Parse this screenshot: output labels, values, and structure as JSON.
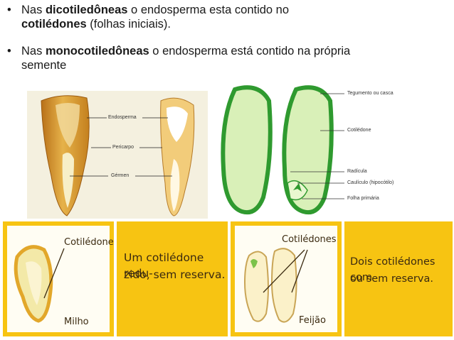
{
  "bullets": [
    {
      "prefix": "Nas ",
      "bold": "dicotiledôneas",
      "line1_rest": " o endosperma esta contido no",
      "line2_bold": "cotilédones",
      "line2_rest": " (folhas iniciais)."
    },
    {
      "prefix": "Nas ",
      "bold": "monocotiledôneas",
      "line1_rest": " o endosperma está contido na própria",
      "line2_text": "semente"
    }
  ],
  "corn_figure": {
    "labels": {
      "endosperm": "Endosperma",
      "pericarp": "Pericarpo",
      "germ": "Gérmen"
    }
  },
  "bean_figure": {
    "labels": {
      "coat": "Tegumento ou casca",
      "cotyledon": "Cotilédone",
      "radicle": "Radícula",
      "hypocotyl": "Caulículo (hipocótilo)",
      "primary_leaf": "Folha primária"
    }
  },
  "panels": {
    "milho_image": {
      "label_top": "Cotilédone",
      "label_bottom": "Milho"
    },
    "milho_text": {
      "line1": "Um cotilédone redu-",
      "line2": "zido, sem reserva."
    },
    "feijao_image": {
      "label_top": "Cotilédones",
      "label_bottom": "Feijão"
    },
    "feijao_text": {
      "line1": "Dois cotilédones com",
      "line2": "ou sem reserva."
    }
  },
  "colors": {
    "panel_frame": "#f7c412",
    "seed_green": "#3aa23a",
    "corn_gold": "#d9a030"
  }
}
